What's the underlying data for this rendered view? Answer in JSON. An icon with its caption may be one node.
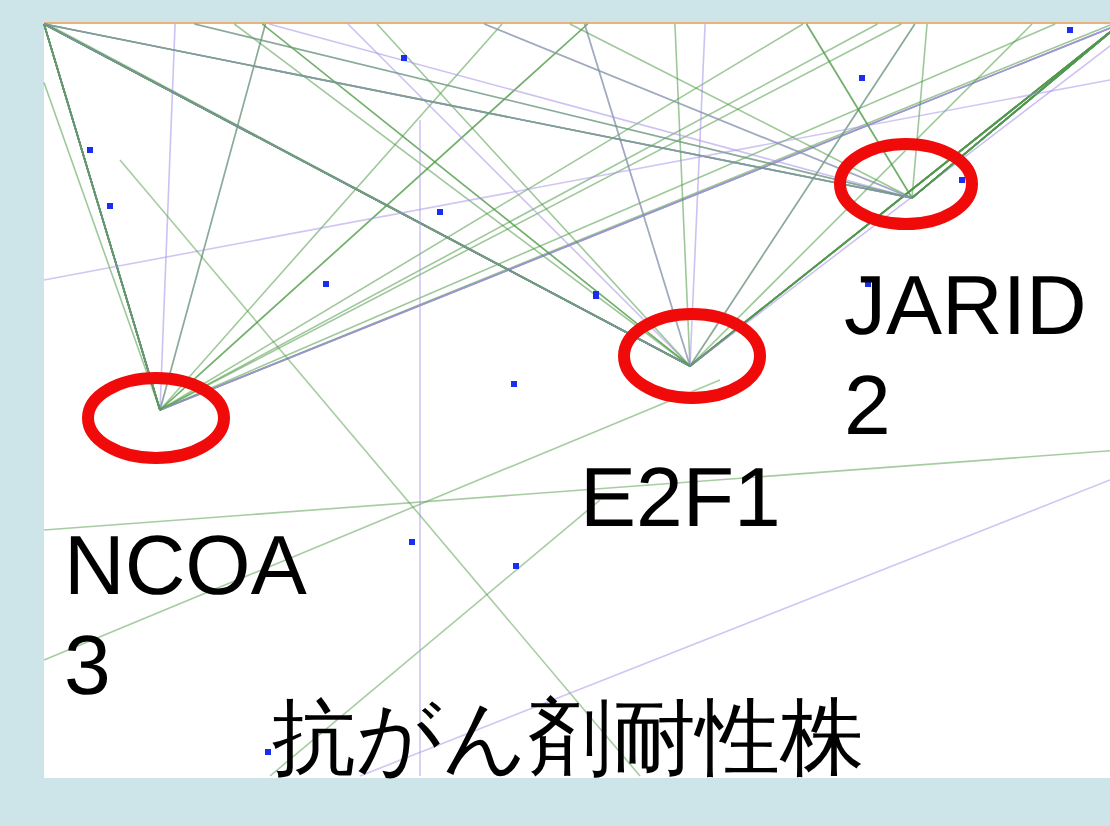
{
  "diagram": {
    "labels": [
      "JARID2",
      "E2F1",
      "NCOA3",
      "抗がん剤耐性株"
    ]
  }
}
